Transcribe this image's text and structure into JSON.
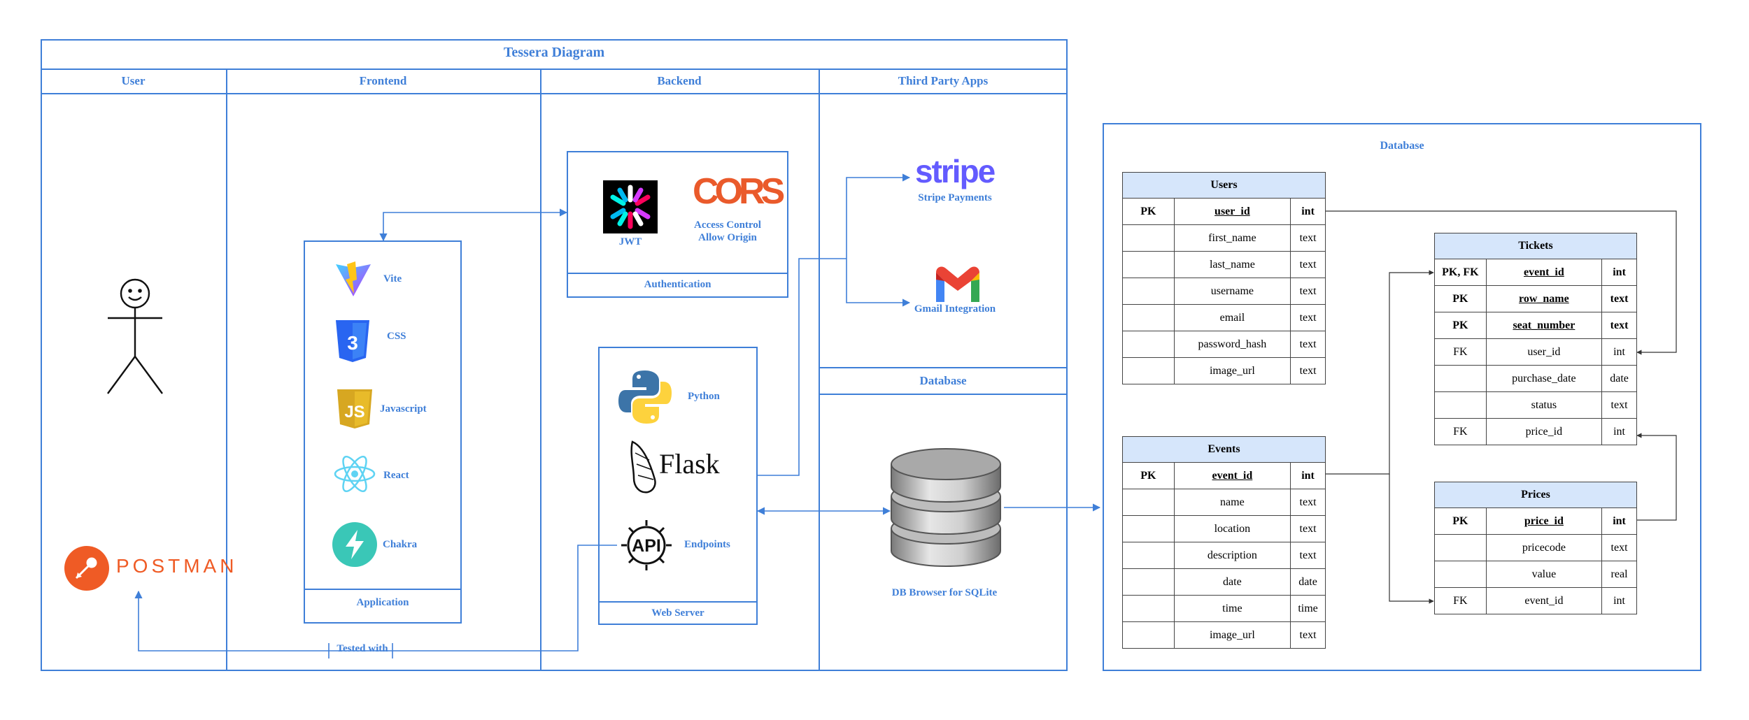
{
  "diagram": {
    "title": "Tessera Diagram",
    "lanes": {
      "user": "User",
      "frontend": "Frontend",
      "backend": "Backend",
      "third_party": "Third Party Apps",
      "database": "Database"
    },
    "frontend": {
      "group_label": "Application",
      "items": [
        "Vite",
        "CSS",
        "Javascript",
        "React",
        "Chakra"
      ]
    },
    "auth": {
      "group_label": "Authentication",
      "jwt": "JWT",
      "cors_logo": "CORS",
      "cors_label_1": "Access Control",
      "cors_label_2": "Allow Origin"
    },
    "webserver": {
      "group_label": "Web Server",
      "python": "Python",
      "flask": "Flask",
      "api_logo": "API",
      "endpoints": "Endpoints"
    },
    "third_party": {
      "stripe_logo": "stripe",
      "stripe_label": "Stripe Payments",
      "gmail_label": "Gmail Integration"
    },
    "db_lane": {
      "db_label": "DB Browser for SQLite"
    },
    "postman": "POSTMAN",
    "tested_with": "Tested with"
  },
  "database_panel": {
    "title": "Database",
    "tables": {
      "users": {
        "name": "Users",
        "rows": [
          [
            "PK",
            "user_id",
            "int"
          ],
          [
            "",
            "first_name",
            "text"
          ],
          [
            "",
            "last_name",
            "text"
          ],
          [
            "",
            "username",
            "text"
          ],
          [
            "",
            "email",
            "text"
          ],
          [
            "",
            "password_hash",
            "text"
          ],
          [
            "",
            "image_url",
            "text"
          ]
        ]
      },
      "events": {
        "name": "Events",
        "rows": [
          [
            "PK",
            "event_id",
            "int"
          ],
          [
            "",
            "name",
            "text"
          ],
          [
            "",
            "location",
            "text"
          ],
          [
            "",
            "description",
            "text"
          ],
          [
            "",
            "date",
            "date"
          ],
          [
            "",
            "time",
            "time"
          ],
          [
            "",
            "image_url",
            "text"
          ]
        ]
      },
      "tickets": {
        "name": "Tickets",
        "rows": [
          [
            "PK, FK",
            "event_id",
            "int"
          ],
          [
            "PK",
            "row_name",
            "text"
          ],
          [
            "PK",
            "seat_number",
            "text"
          ],
          [
            "FK",
            "user_id",
            "int"
          ],
          [
            "",
            "purchase_date",
            "date"
          ],
          [
            "",
            "status",
            "text"
          ],
          [
            "FK",
            "price_id",
            "int"
          ]
        ]
      },
      "prices": {
        "name": "Prices",
        "rows": [
          [
            "PK",
            "price_id",
            "int"
          ],
          [
            "",
            "pricecode",
            "text"
          ],
          [
            "",
            "value",
            "real"
          ],
          [
            "FK",
            "event_id",
            "int"
          ]
        ]
      }
    }
  }
}
